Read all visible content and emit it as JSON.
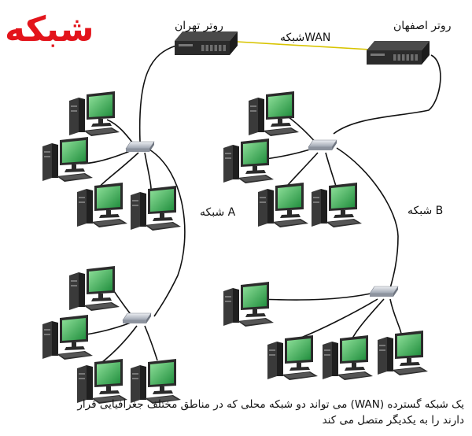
{
  "logo": {
    "text": "شبکه",
    "color": "#e3141b"
  },
  "routers": {
    "tehran_label": "روتر تهران",
    "isfahan_label": "روتر اصفهان"
  },
  "wan": {
    "label": "شبکهWAN",
    "link_color": "#d8c400"
  },
  "networks": {
    "a_label": "شبکه A",
    "b_label": "شبکه B"
  },
  "caption": {
    "line1": "یک شبکه گسترده (WAN) می تواند دو شبکه محلی که در مناطق مختلف جغرافیایی قرار",
    "line2": "دارند را به یکدیگر متصل می کند"
  },
  "colors": {
    "cable": "#111111",
    "screen": "#2fa84a",
    "device_body": "#2b2b2b",
    "hub": "#c9cdd6"
  }
}
